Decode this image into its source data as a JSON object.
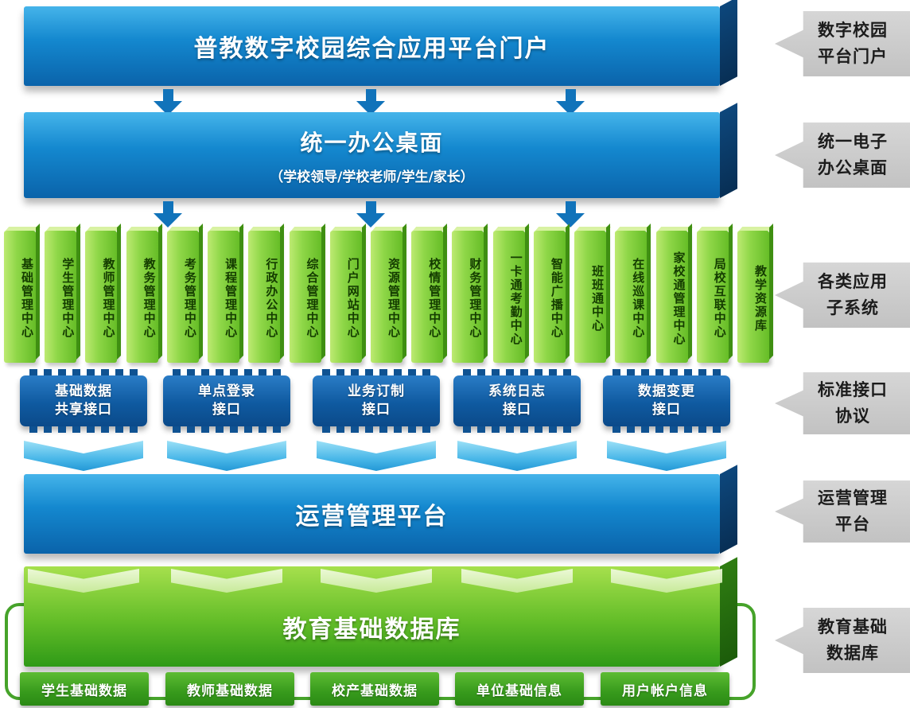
{
  "palette": {
    "bar_blue": "#0e74be",
    "bar_blue_side": "#0a3a68",
    "bar_green": "#57b426",
    "bar_green_side": "#1c6e0e",
    "chip_blue": "#0d4f92",
    "chevron_blue": "#49b7e8",
    "subsystem_green": "#8fd748",
    "callout_gray": "#c9c9c9",
    "arrow_blue": "#1173ba"
  },
  "portal_bar": {
    "title": "普教数字校园综合应用平台门户"
  },
  "desktop_bar": {
    "title": "统一办公桌面",
    "subtitle": "（学校领导/学校老师/学生/家长）"
  },
  "subsystems": [
    "基础管理中心",
    "学生管理中心",
    "教师管理中心",
    "教务管理中心",
    "考务管理中心",
    "课程管理中心",
    "行政办公中心",
    "综合管理中心",
    "门户网站中心",
    "资源管理中心",
    "校情管理中心",
    "财务管理中心",
    "一卡通考勤中心",
    "智能广播中心",
    "班班通中心",
    "在线巡课中心",
    "家校通管理中心",
    "局校互联中心",
    "教学资源库"
  ],
  "interfaces": [
    [
      "基础数据",
      "共享接口"
    ],
    [
      "单点登录",
      "接口"
    ],
    [
      "业务订制",
      "接口"
    ],
    [
      "系统日志",
      "接口"
    ],
    [
      "数据变更",
      "接口"
    ]
  ],
  "operation_bar": {
    "title": "运营管理平台"
  },
  "database_bar": {
    "title": "教育基础数据库"
  },
  "data_boxes": [
    "学生基础数据",
    "教师基础数据",
    "校产基础数据",
    "单位基础信息",
    "用户帐户信息"
  ],
  "side_labels": [
    [
      "数字校园",
      "平台门户"
    ],
    [
      "统一电子",
      "办公桌面"
    ],
    [
      "各类应用",
      "子系统"
    ],
    [
      "标准接口",
      "协议"
    ],
    [
      "运营管理",
      "平台"
    ],
    [
      "教育基础",
      "数据库"
    ]
  ]
}
